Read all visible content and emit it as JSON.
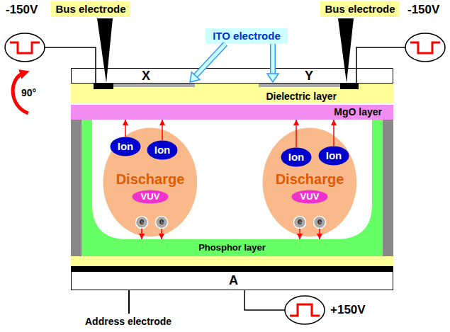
{
  "diagram": {
    "nodes": [
      {
        "text": [
          "Bus electrode"
        ]
      },
      {
        "text": [
          "Bus electrode"
        ]
      },
      {
        "text": [
          "ITO electrode"
        ]
      },
      {
        "text": [
          "X",
          "Y"
        ]
      },
      {
        "text": [
          "Dielectric layer"
        ]
      },
      {
        "text": [
          "MgO layer"
        ]
      },
      {
        "text": [
          "Discharge"
        ]
      },
      {
        "text": [
          "VUV"
        ],
        "in": 6
      },
      {
        "text": [
          "Discharge"
        ]
      },
      {
        "text": [
          "VUV"
        ],
        "in": 8
      },
      {
        "text": [
          "Ion"
        ]
      },
      {
        "text": [
          "Ion"
        ]
      },
      {
        "text": [
          "Ion"
        ]
      },
      {
        "text": [
          "Ion"
        ]
      },
      {
        "text": [
          "e"
        ]
      },
      {
        "text": [
          "e"
        ]
      },
      {
        "text": [
          "e"
        ]
      },
      {
        "text": [
          "e"
        ]
      },
      {
        "text": [
          "Phosphor layer"
        ]
      },
      {
        "text": [
          "A"
        ]
      }
    ],
    "edges": [
      {
        "from": 10,
        "to": 5,
        "arrow": "to"
      },
      {
        "from": 11,
        "to": 5,
        "arrow": "to"
      },
      {
        "from": 12,
        "to": 5,
        "arrow": "to"
      },
      {
        "from": 13,
        "to": 5,
        "arrow": "to"
      },
      {
        "from": 14,
        "to": 18,
        "arrow": "to"
      },
      {
        "from": 15,
        "to": 18,
        "arrow": "to"
      },
      {
        "from": 16,
        "to": 18,
        "arrow": "to"
      },
      {
        "from": 17,
        "to": 18,
        "arrow": "to"
      }
    ],
    "labels": [
      "-150V",
      "-150V",
      "90°",
      "Address electrode",
      "+150V"
    ]
  }
}
